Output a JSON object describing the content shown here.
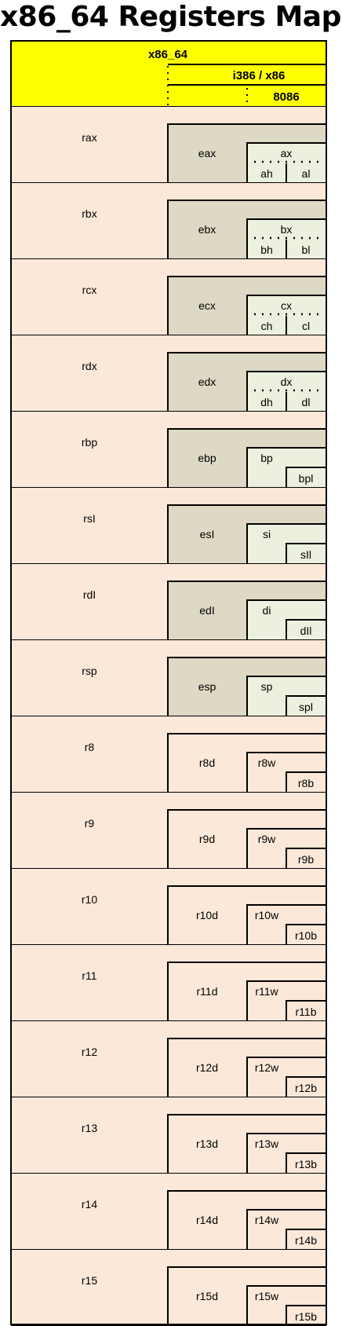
{
  "title": "x86_64 Registers Map",
  "header": {
    "level64": "x86_64",
    "level32": "i386 / x86",
    "level16": "8086"
  },
  "colors": {
    "header_bg": "#ffff00",
    "row_bg": "#fce8d9",
    "legacy32_bg": "#ddd9c4",
    "legacy16_bg": "#ebf1de",
    "border": "#000000"
  },
  "registers": [
    {
      "r64": "rax",
      "r32": "eax",
      "r16": "ax",
      "hi": "ah",
      "lo": "al",
      "kind": "legacy-split"
    },
    {
      "r64": "rbx",
      "r32": "ebx",
      "r16": "bx",
      "hi": "bh",
      "lo": "bl",
      "kind": "legacy-split"
    },
    {
      "r64": "rcx",
      "r32": "ecx",
      "r16": "cx",
      "hi": "ch",
      "lo": "cl",
      "kind": "legacy-split"
    },
    {
      "r64": "rdx",
      "r32": "edx",
      "r16": "dx",
      "hi": "dh",
      "lo": "dl",
      "kind": "legacy-split"
    },
    {
      "r64": "rbp",
      "r32": "ebp",
      "r16": "bp",
      "lo": "bpl",
      "kind": "legacy"
    },
    {
      "r64": "rsI",
      "r32": "esI",
      "r16": "si",
      "lo": "sIl",
      "kind": "legacy"
    },
    {
      "r64": "rdI",
      "r32": "edI",
      "r16": "di",
      "lo": "dIl",
      "kind": "legacy"
    },
    {
      "r64": "rsp",
      "r32": "esp",
      "r16": "sp",
      "lo": "spl",
      "kind": "legacy"
    },
    {
      "r64": "r8",
      "r32": "r8d",
      "r16": "r8w",
      "lo": "r8b",
      "kind": "new"
    },
    {
      "r64": "r9",
      "r32": "r9d",
      "r16": "r9w",
      "lo": "r9b",
      "kind": "new"
    },
    {
      "r64": "r10",
      "r32": "r10d",
      "r16": "r10w",
      "lo": "r10b",
      "kind": "new"
    },
    {
      "r64": "r11",
      "r32": "r11d",
      "r16": "r11w",
      "lo": "r11b",
      "kind": "new"
    },
    {
      "r64": "r12",
      "r32": "r12d",
      "r16": "r12w",
      "lo": "r12b",
      "kind": "new"
    },
    {
      "r64": "r13",
      "r32": "r13d",
      "r16": "r13w",
      "lo": "r13b",
      "kind": "new"
    },
    {
      "r64": "r14",
      "r32": "r14d",
      "r16": "r14w",
      "lo": "r14b",
      "kind": "new"
    },
    {
      "r64": "r15",
      "r32": "r15d",
      "r16": "r15w",
      "lo": "r15b",
      "kind": "new"
    }
  ]
}
